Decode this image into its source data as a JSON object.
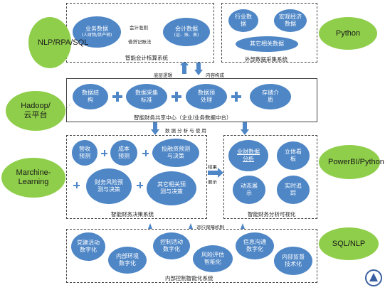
{
  "accounting": {
    "title": "智能会计核算系统",
    "business_data": "业务数据",
    "business_sub": "(人财物/供产销)",
    "accounting_data": "会计数据",
    "accounting_sub": "(证、账、表)",
    "rule1": "会计准则",
    "rule2": "借贷记账法"
  },
  "external": {
    "title": "外部数据采集系统",
    "industry": "行业数据",
    "macro": "宏观经济数据",
    "other": "其它相关数据"
  },
  "middle_labels": {
    "left": "底层逻辑",
    "right": "内容构成",
    "analysis": "数 据 分 析 与 使 用",
    "result": "结果",
    "display": "展示",
    "support": "运行保障机制"
  },
  "center": {
    "title": "智能财务共享中心（企业/业务数据中台）",
    "items": [
      "数据结构",
      "数据采集标准",
      "数据预处理",
      "存储介质"
    ]
  },
  "decision": {
    "title": "智能财务决策系统",
    "revenue": "营收预测",
    "cost": "成本预测",
    "invest": "投融资预测与决策",
    "risk": "财务风险预测与决策",
    "other": "其它相关预测与决策"
  },
  "visual": {
    "title": "智能财务分析可视化",
    "big_data": "业财数据分析",
    "cube": "立体看板",
    "dynamic": "动态展示",
    "realtime": "实时追踪"
  },
  "control": {
    "title": "内部控制智能化系统",
    "items": [
      "党建活动数字化",
      "内部环境数字化",
      "控制活动数字化",
      "风险评估智能化",
      "信息沟通数字化",
      "内部监督技术化"
    ]
  },
  "side": {
    "nlp": "NLP/RPA/SQL",
    "hadoop": "Hadoop/云平台",
    "ml": "Marchine-Learning",
    "python": "Python",
    "powerbi": "PowerBI/Python",
    "sqlnlp": "SQL/NLP"
  },
  "colors": {
    "node": "#4e86c6",
    "tech": "#8fce4a"
  }
}
